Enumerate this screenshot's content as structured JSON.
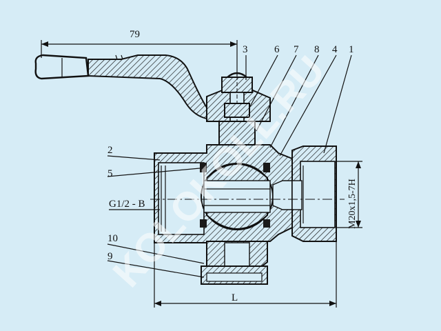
{
  "callouts": {
    "n1": "1",
    "n2": "2",
    "n3": "3",
    "n4": "4",
    "n5": "5",
    "n6": "6",
    "n7": "7",
    "n8": "8",
    "n9": "9",
    "n10": "10"
  },
  "dimensions": {
    "handle_length": "79",
    "body_length": "L",
    "inlet_thread": "G1/2 - B",
    "outlet_thread": "M20x1,5-7H"
  },
  "watermark": "KOLOKOLL.RU",
  "colors": {
    "background": "#d6ecf6",
    "ink": "#111111"
  }
}
